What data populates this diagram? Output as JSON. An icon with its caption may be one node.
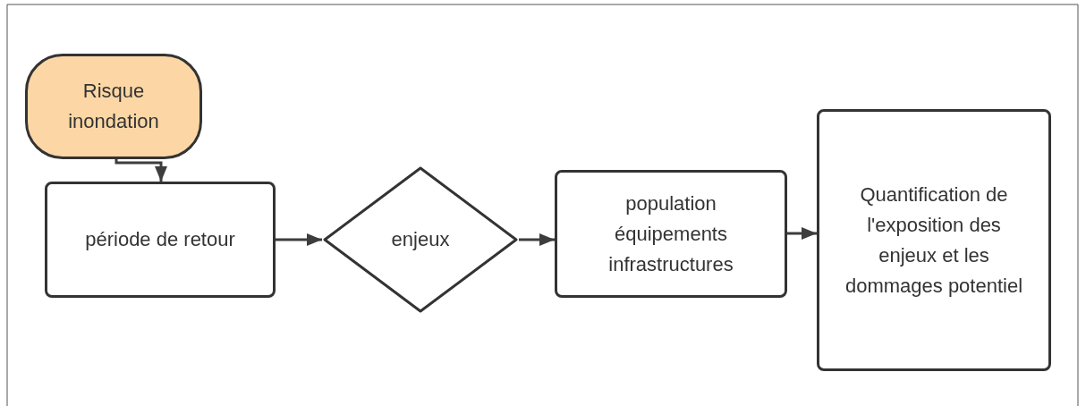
{
  "diagram": {
    "nodes": [
      {
        "text": [
          "Risque inondation"
        ]
      },
      {
        "text": [
          "période de retour"
        ]
      },
      {
        "text": [
          "enjeux"
        ]
      },
      {
        "text": [
          "population équipements infrastructures"
        ]
      },
      {
        "text": [
          "Quantification de l'exposition des enjeux et les dommages potentiel"
        ]
      }
    ],
    "edges": [
      {
        "from": 0,
        "to": 1,
        "arrow": "to"
      },
      {
        "from": 1,
        "to": 2,
        "arrow": "to"
      },
      {
        "from": 2,
        "to": 3,
        "arrow": "to"
      },
      {
        "from": 3,
        "to": 4,
        "arrow": "to"
      }
    ]
  }
}
